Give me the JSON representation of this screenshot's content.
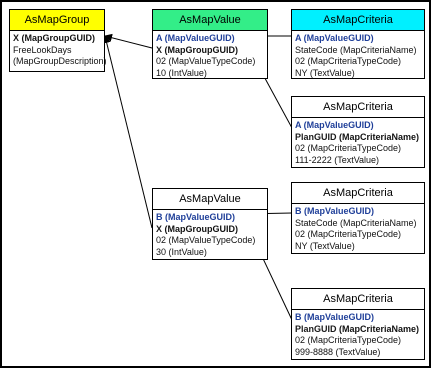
{
  "colors": {
    "group_header": "#ffff00",
    "value_header": "#33ee88",
    "criteria_header": "#00f0ff",
    "plain_header": "#ffffff",
    "label_blue": "#1f3f99",
    "line": "#000000"
  },
  "group": {
    "title": "AsMapGroup",
    "rows": [
      {
        "key": "X",
        "text": " (MapGroupGUID)"
      },
      {
        "text": "FreeLookDays"
      },
      {
        "text": "(MapGroupDescription)"
      }
    ]
  },
  "value_a": {
    "title": "AsMapValue",
    "rows": [
      {
        "label": "A",
        "text": " (MapValueGUID)"
      },
      {
        "key": "X",
        "text": " (MapGroupGUID)"
      },
      {
        "text": "02 (MapValueTypeCode)"
      },
      {
        "text": "10 (IntValue)"
      }
    ]
  },
  "value_b": {
    "title": "AsMapValue",
    "rows": [
      {
        "label": "B",
        "text": " (MapValueGUID)"
      },
      {
        "key": "X",
        "text": " (MapGroupGUID)"
      },
      {
        "text": "02 (MapValueTypeCode)"
      },
      {
        "text": "30 (IntValue)"
      }
    ]
  },
  "criteria_a1": {
    "title": "AsMapCriteria",
    "rows": [
      {
        "label": "A",
        "text": " (MapValueGUID)"
      },
      {
        "text": "StateCode (MapCriteriaName)"
      },
      {
        "text": "02 (MapCriteriaTypeCode)"
      },
      {
        "text": "NY (TextValue)"
      }
    ]
  },
  "criteria_a2": {
    "title": "AsMapCriteria",
    "rows": [
      {
        "label": "A",
        "text": " (MapValueGUID)"
      },
      {
        "key": "PlanGUID",
        "text": " (MapCriteriaName)"
      },
      {
        "text": "02 (MapCriteriaTypeCode)"
      },
      {
        "text": "111-2222 (TextValue)"
      }
    ]
  },
  "criteria_b1": {
    "title": "AsMapCriteria",
    "rows": [
      {
        "label": "B",
        "text": " (MapValueGUID)"
      },
      {
        "text": "StateCode (MapCriteriaName)"
      },
      {
        "text": "02 (MapCriteriaTypeCode)"
      },
      {
        "text": "NY (TextValue)"
      }
    ]
  },
  "criteria_b2": {
    "title": "AsMapCriteria",
    "rows": [
      {
        "label": "B",
        "text": " (MapValueGUID)"
      },
      {
        "key": "PlanGUID",
        "text": " (MapCriteriaName)"
      },
      {
        "text": "02 (MapCriteriaTypeCode)"
      },
      {
        "text": "999-8888 (TextValue)"
      }
    ]
  }
}
